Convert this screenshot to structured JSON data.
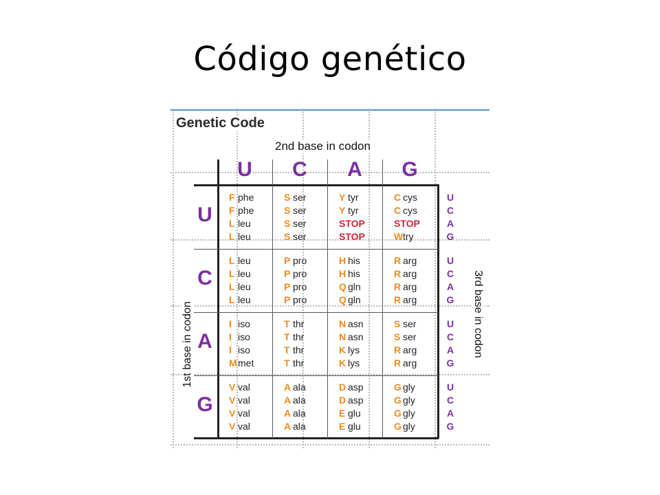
{
  "slide": {
    "title": "Código genético"
  },
  "figure": {
    "heading": "Genetic Code",
    "second_base_label": "2nd base in codon",
    "first_base_label": "1st base in codon",
    "third_base_label": "3rd base in codon",
    "bases": [
      "U",
      "C",
      "A",
      "G"
    ],
    "rows": [
      {
        "first": "U",
        "cells": [
          [
            [
              "F",
              "phe"
            ],
            [
              "F",
              "phe"
            ],
            [
              "L",
              "leu"
            ],
            [
              "L",
              "leu"
            ]
          ],
          [
            [
              "S",
              "ser"
            ],
            [
              "S",
              "ser"
            ],
            [
              "S",
              "ser"
            ],
            [
              "S",
              "ser"
            ]
          ],
          [
            [
              "Y",
              "tyr"
            ],
            [
              "Y",
              "tyr"
            ],
            [
              "",
              "STOP"
            ],
            [
              "",
              "STOP"
            ]
          ],
          [
            [
              "C",
              "cys"
            ],
            [
              "C",
              "cys"
            ],
            [
              "",
              "STOP"
            ],
            [
              "W",
              "try"
            ]
          ]
        ],
        "third": [
          "U",
          "C",
          "A",
          "G"
        ]
      },
      {
        "first": "C",
        "cells": [
          [
            [
              "L",
              "leu"
            ],
            [
              "L",
              "leu"
            ],
            [
              "L",
              "leu"
            ],
            [
              "L",
              "leu"
            ]
          ],
          [
            [
              "P",
              "pro"
            ],
            [
              "P",
              "pro"
            ],
            [
              "P",
              "pro"
            ],
            [
              "P",
              "pro"
            ]
          ],
          [
            [
              "H",
              "his"
            ],
            [
              "H",
              "his"
            ],
            [
              "Q",
              "gln"
            ],
            [
              "Q",
              "gln"
            ]
          ],
          [
            [
              "R",
              "arg"
            ],
            [
              "R",
              "arg"
            ],
            [
              "R",
              "arg"
            ],
            [
              "R",
              "arg"
            ]
          ]
        ],
        "third": [
          "U",
          "C",
          "A",
          "G"
        ]
      },
      {
        "first": "A",
        "cells": [
          [
            [
              "I",
              "iso"
            ],
            [
              "I",
              "iso"
            ],
            [
              "I",
              "iso"
            ],
            [
              "M",
              "met"
            ]
          ],
          [
            [
              "T",
              "thr"
            ],
            [
              "T",
              "thr"
            ],
            [
              "T",
              "thr"
            ],
            [
              "T",
              "thr"
            ]
          ],
          [
            [
              "N",
              "asn"
            ],
            [
              "N",
              "asn"
            ],
            [
              "K",
              "lys"
            ],
            [
              "K",
              "lys"
            ]
          ],
          [
            [
              "S",
              "ser"
            ],
            [
              "S",
              "ser"
            ],
            [
              "R",
              "arg"
            ],
            [
              "R",
              "arg"
            ]
          ]
        ],
        "third": [
          "U",
          "C",
          "A",
          "G"
        ]
      },
      {
        "first": "G",
        "cells": [
          [
            [
              "V",
              "val"
            ],
            [
              "V",
              "val"
            ],
            [
              "V",
              "val"
            ],
            [
              "V",
              "val"
            ]
          ],
          [
            [
              "A",
              "ala"
            ],
            [
              "A",
              "ala"
            ],
            [
              "A",
              "ala"
            ],
            [
              "A",
              "ala"
            ]
          ],
          [
            [
              "D",
              "asp"
            ],
            [
              "D",
              "asp"
            ],
            [
              "E",
              "glu"
            ],
            [
              "E",
              "glu"
            ]
          ],
          [
            [
              "G",
              "gly"
            ],
            [
              "G",
              "gly"
            ],
            [
              "G",
              "gly"
            ],
            [
              "G",
              "gly"
            ]
          ]
        ],
        "third": [
          "U",
          "C",
          "A",
          "G"
        ]
      }
    ]
  }
}
